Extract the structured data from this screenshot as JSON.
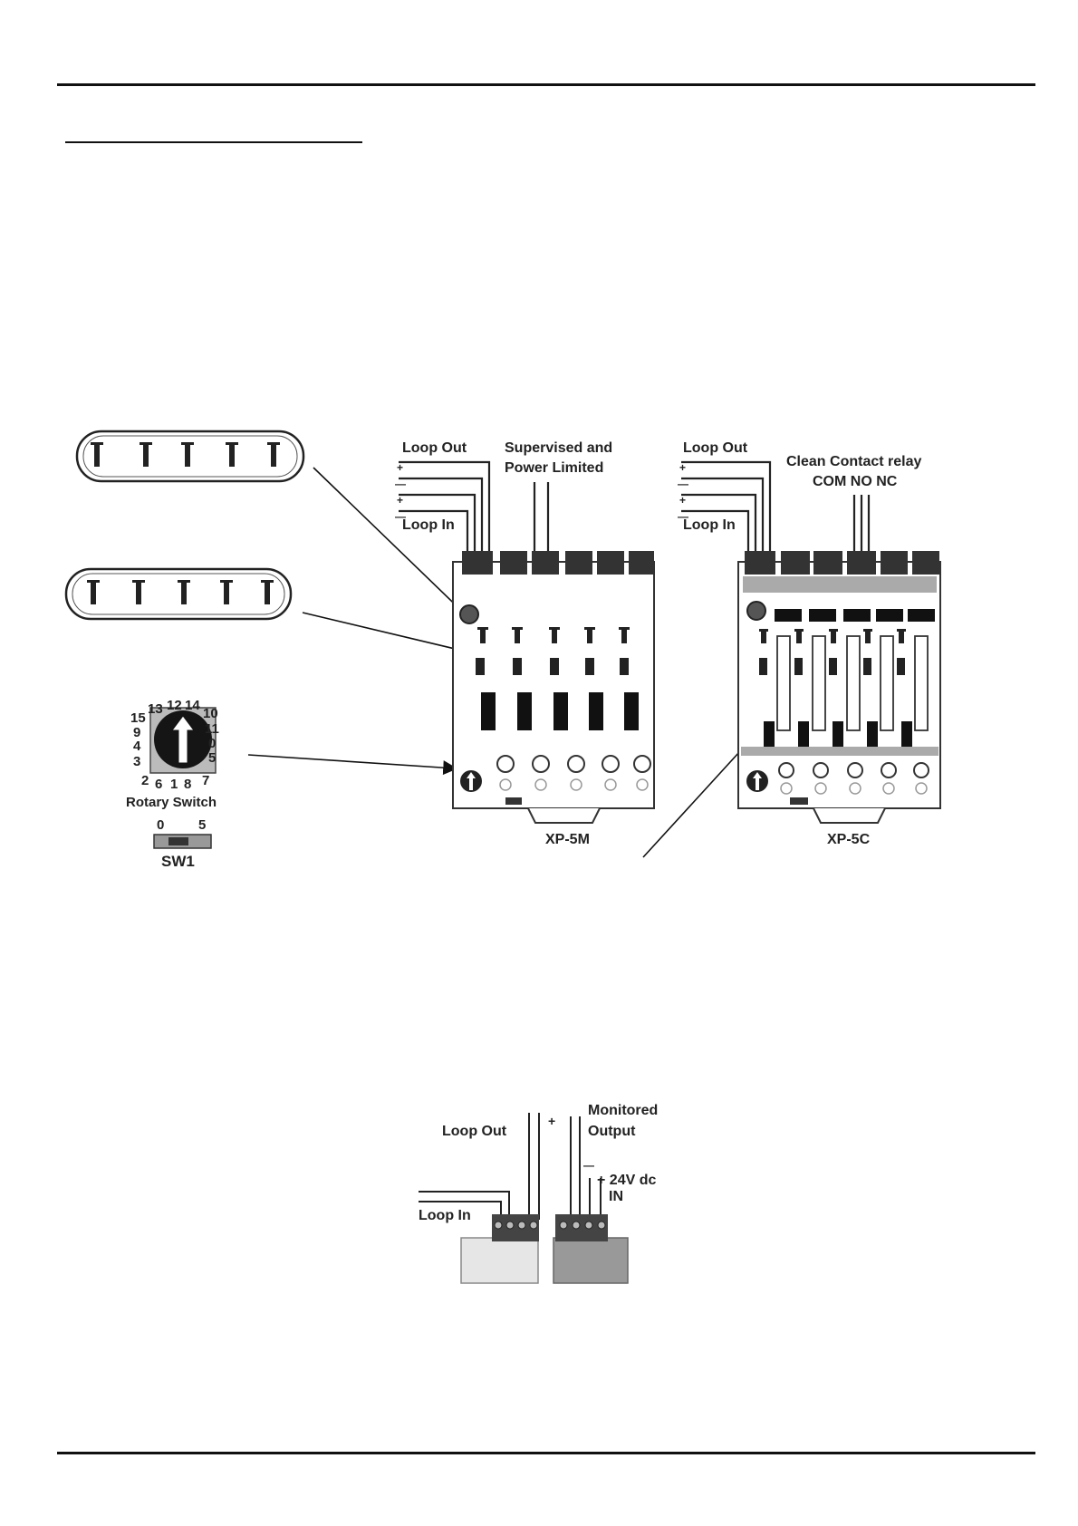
{
  "rotary": {
    "numbers": {
      "n13": "13",
      "n12": "12",
      "n14": "14",
      "n15": "15",
      "n10": "10",
      "n9": "9",
      "n11": "11",
      "n4": "4",
      "n0": "0",
      "n3": "3",
      "n5": "5",
      "n2": "2",
      "n6": "6",
      "n1": "1",
      "n8": "8",
      "n7": "7"
    },
    "label": "Rotary Switch"
  },
  "sw1": {
    "label": "SW1",
    "left": "0",
    "right": "5"
  },
  "xp5m": {
    "loop_out": "Loop Out",
    "loop_in": "Loop In",
    "supervised_line1": "Supervised and",
    "supervised_line2": "Power Limited",
    "name": "XP-5M",
    "polarity": [
      "+",
      "—",
      "+",
      "—"
    ]
  },
  "xp5c": {
    "loop_out": "Loop Out",
    "loop_in": "Loop In",
    "relay_line1": "Clean Contact relay",
    "relay_line2": "COM NO NC",
    "name": "XP-5C",
    "polarity": [
      "+",
      "—",
      "+",
      "—"
    ]
  },
  "bottom": {
    "loop_out": "Loop Out",
    "loop_in": "Loop In",
    "monitored_line1": "Monitored",
    "monitored_line2": "Output",
    "supply_line1": "+ 24V dc",
    "supply_line2": "IN",
    "plus": "+",
    "minus": "—"
  }
}
